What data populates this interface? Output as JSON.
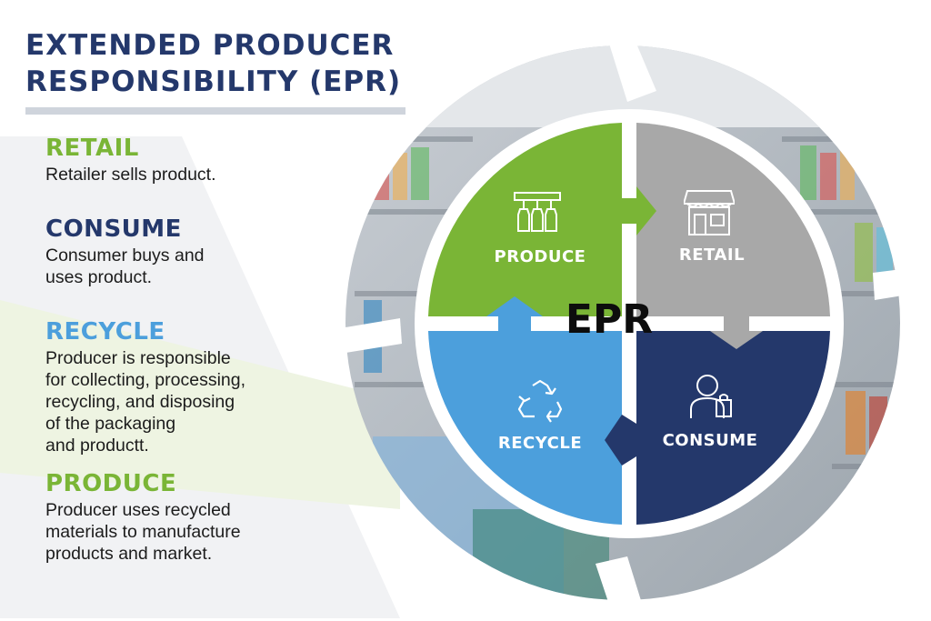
{
  "title": {
    "line1": "EXTENDED PRODUCER",
    "line2": "RESPONSIBILITY (EPR)"
  },
  "stages_text": [
    {
      "heading": "RETAIL",
      "color": "#7ab536",
      "description": "Retailer sells product."
    },
    {
      "heading": "CONSUME",
      "color": "#24386b",
      "description": "Consumer buys and\nuses product."
    },
    {
      "heading": "RECYCLE",
      "color": "#4c9fdc",
      "description": "Producer is responsible\nfor collecting, processing,\nrecycling, and disposing\nof the packaging\nand productt."
    },
    {
      "heading": "PRODUCE",
      "color": "#7ab536",
      "description": "Producer uses recycled\nmaterials to manufacture\nproducts and market."
    }
  ],
  "cycle": {
    "center_label": "EPR",
    "quadrants": [
      {
        "label": "PRODUCE",
        "color": "#7ab536",
        "icon": "factory-icon"
      },
      {
        "label": "RETAIL",
        "color": "#a8a8a8",
        "icon": "store-icon"
      },
      {
        "label": "CONSUME",
        "color": "#24386b",
        "icon": "consumer-icon"
      },
      {
        "label": "RECYCLE",
        "color": "#4c9fdc",
        "icon": "recycle-icon"
      }
    ]
  }
}
